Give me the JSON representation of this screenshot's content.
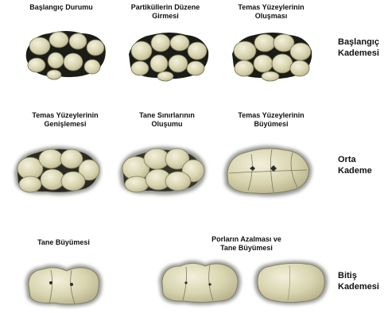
{
  "stages": [
    {
      "name": "Başlangıç Kademesi",
      "line1": "Başlangıç",
      "line2": "Kademesi",
      "steps": [
        {
          "line1": "Başlangıç Durumu",
          "line2": ""
        },
        {
          "line1": "Partiküllerin Düzene",
          "line2": "Girmesi"
        },
        {
          "line1": "Temas Yüzeylerinin",
          "line2": "Oluşması"
        }
      ]
    },
    {
      "name": "Orta Kademe",
      "line1": "Orta",
      "line2": "Kademe",
      "steps": [
        {
          "line1": "Temas Yüzeylerinin",
          "line2": "Genişlemesi"
        },
        {
          "line1": "Tane Sınırlarının",
          "line2": "Oluşumu"
        },
        {
          "line1": "Temas Yüzeylerinin",
          "line2": "Büyümesi"
        }
      ]
    },
    {
      "name": "Bitiş Kademesi",
      "line1": "Bitiş",
      "line2": "Kademesi",
      "steps": [
        {
          "line1": "Tane Büyümesi",
          "line2": ""
        },
        {
          "line1": "Porların Azalması ve",
          "line2": "Tane Büyümesi"
        }
      ]
    }
  ],
  "colors": {
    "grain_fill": "#d8d4ae",
    "grain_highlight": "#eeecd6",
    "grain_edge": "#6e6c55",
    "pore": "#1c1c16",
    "halo": "#9a9a94"
  }
}
